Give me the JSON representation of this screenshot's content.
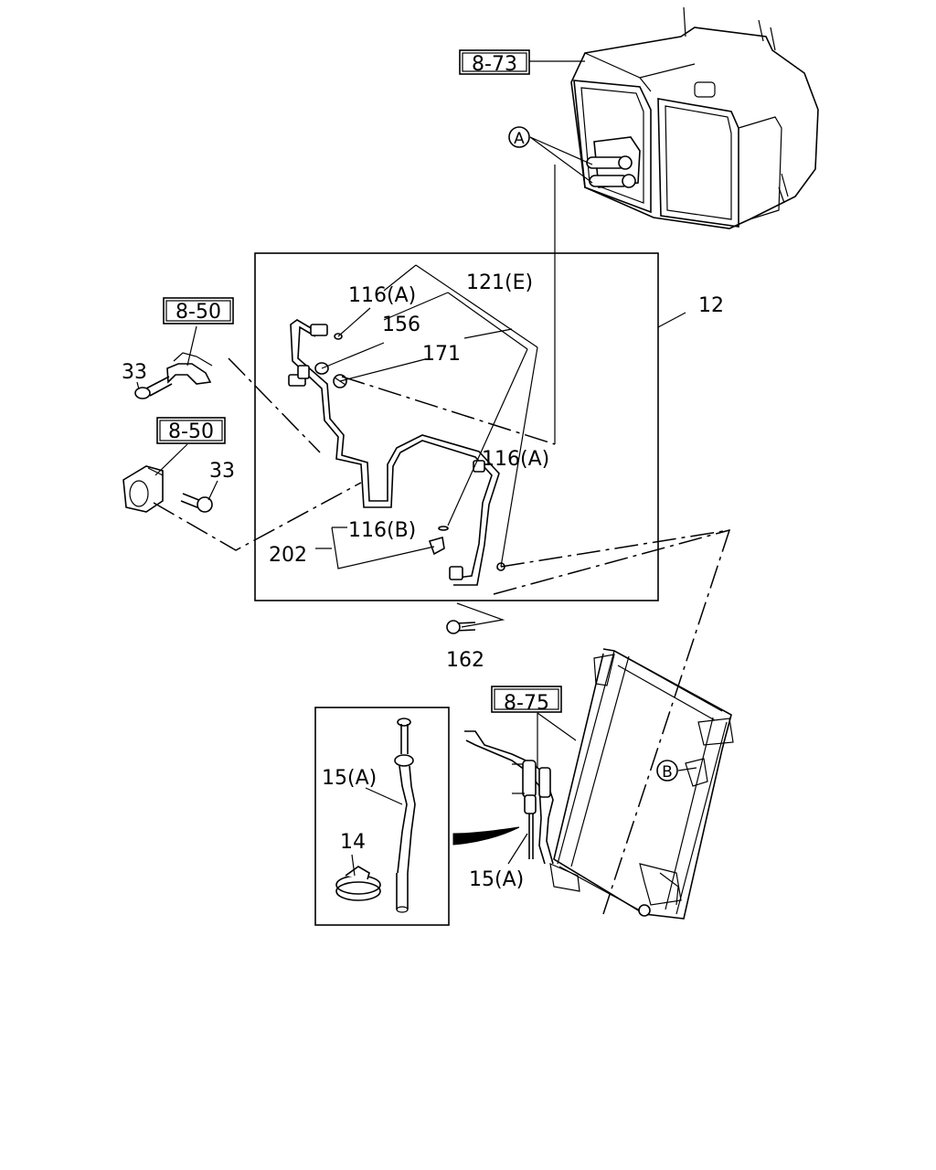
{
  "refs": {
    "r873": "8-73",
    "r850a": "8-50",
    "r850b": "8-50",
    "r875": "8-75"
  },
  "callouts": {
    "a": "A",
    "b": "B"
  },
  "parts": {
    "p116a_top": "116(A)",
    "p121e": "121(E)",
    "p12": "12",
    "p156": "156",
    "p171": "171",
    "p33a": "33",
    "p33b": "33",
    "p116a_mid": "116(A)",
    "p116b": "116(B)",
    "p202": "202",
    "p162": "162",
    "p15a_left": "15(A)",
    "p14": "14",
    "p15a_right": "15(A)"
  }
}
